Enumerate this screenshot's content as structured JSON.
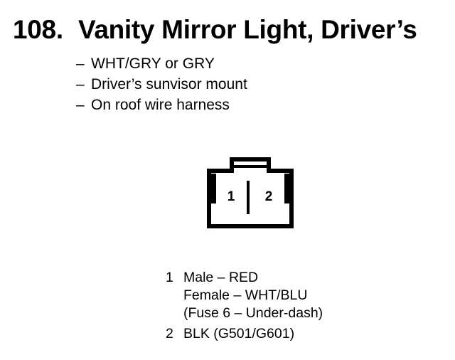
{
  "title": {
    "number": "108.",
    "text": "Vanity Mirror Light, Driver’s"
  },
  "description": [
    {
      "dash": "–",
      "text": "WHT/GRY or GRY"
    },
    {
      "dash": "–",
      "text": "Driver’s sunvisor mount"
    },
    {
      "dash": "–",
      "text": "On roof wire harness"
    }
  ],
  "connector": {
    "pins": [
      "1",
      "2"
    ]
  },
  "pinouts": [
    {
      "number": "1",
      "lines": [
        "Male – RED",
        "Female – WHT/BLU",
        "(Fuse 6 – Under-dash)"
      ]
    },
    {
      "number": "2",
      "lines": [
        "BLK (G501/G601)"
      ]
    }
  ]
}
